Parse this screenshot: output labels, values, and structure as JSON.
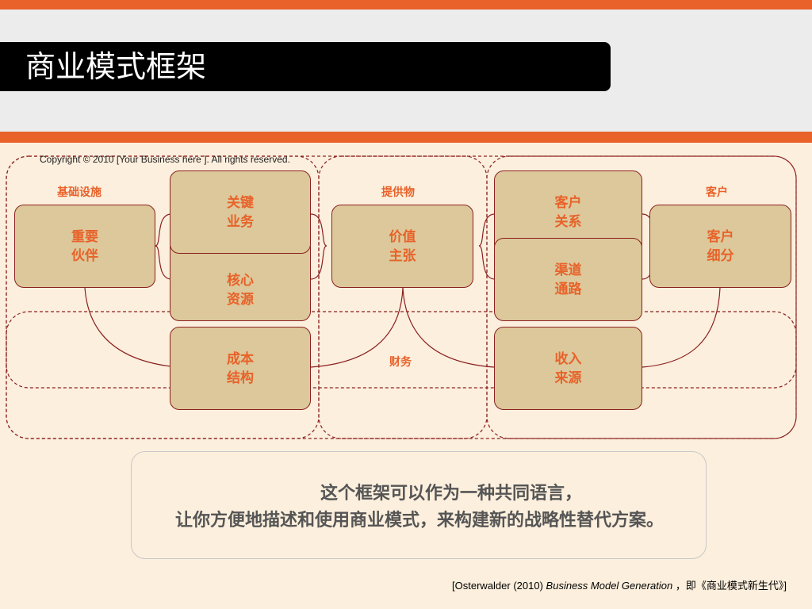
{
  "title": "商业模式框架",
  "copyright": "Copyright © 2010 [Your Business here ]. All rights reserved.",
  "categories": {
    "infrastructure": "基础设施",
    "offering": "提供物",
    "customer": "客户",
    "finance": "财务"
  },
  "blocks": {
    "key_partners": "重要\n伙伴",
    "key_activities": "关键\n业务",
    "key_resources": "核心\n资源",
    "value_proposition": "价值\n主张",
    "customer_relationships": "客户\n关系",
    "channels": "渠道\n通路",
    "customer_segments": "客户\n细分",
    "cost_structure": "成本\n结构",
    "revenue_streams": "收入\n来源"
  },
  "message": {
    "line1": "这个框架可以作为一种共同语言，",
    "line2": "让你方便地描述和使用商业模式，来构建新的战略性替代方案。"
  },
  "citation": {
    "prefix": "[Osterwalder (2010)",
    "title": "Business Model Generation",
    "suffix": "，即《商业模式新生代》]"
  },
  "colors": {
    "accent": "#e8622a",
    "box_fill": "#dcc89a",
    "line": "#8b2020",
    "background": "#fcefdd"
  }
}
